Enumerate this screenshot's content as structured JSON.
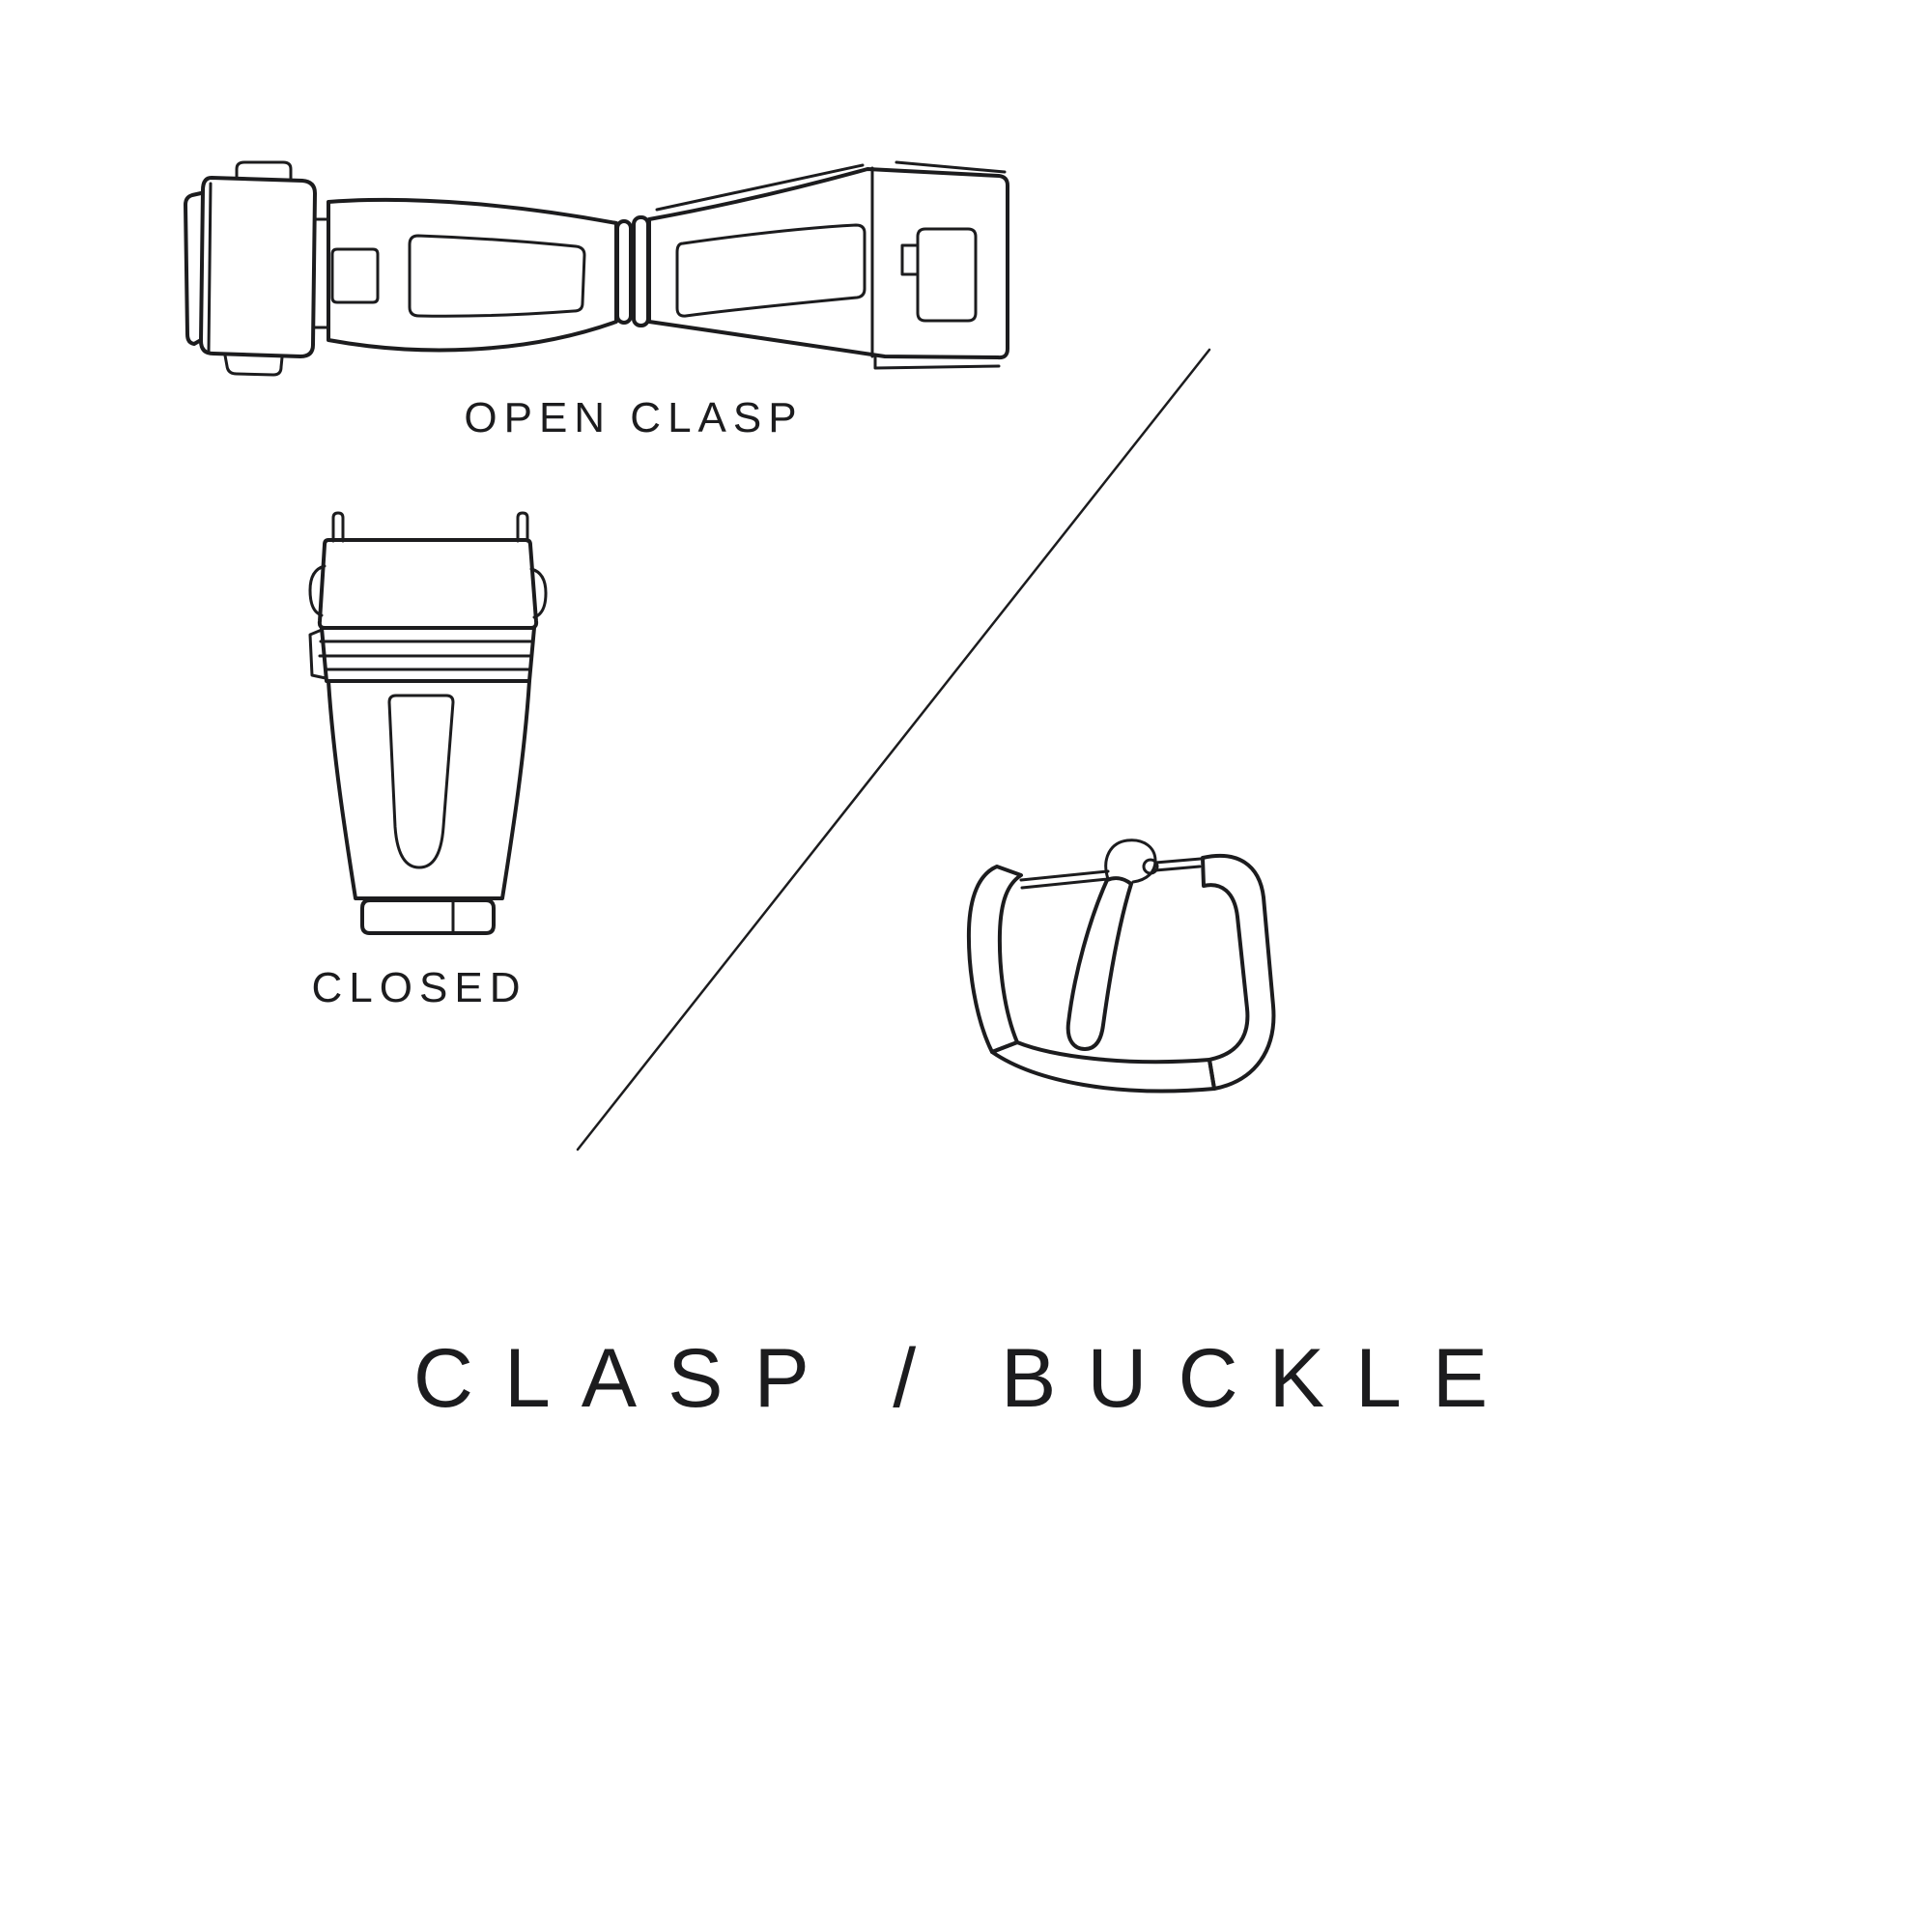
{
  "canvas": {
    "background_color": "#ffffff",
    "ink_color": "#1c1c1e"
  },
  "title": {
    "text": "CLASP / BUCKLE"
  },
  "figures": {
    "open_clasp": {
      "label": "OPEN CLASP",
      "icon": "open-deployant-clasp-illustration"
    },
    "closed_clasp": {
      "label": "CLOSED",
      "icon": "closed-deployant-clasp-illustration"
    },
    "buckle": {
      "icon": "tang-buckle-illustration"
    },
    "divider": {
      "icon": "diagonal-divider-line"
    }
  }
}
